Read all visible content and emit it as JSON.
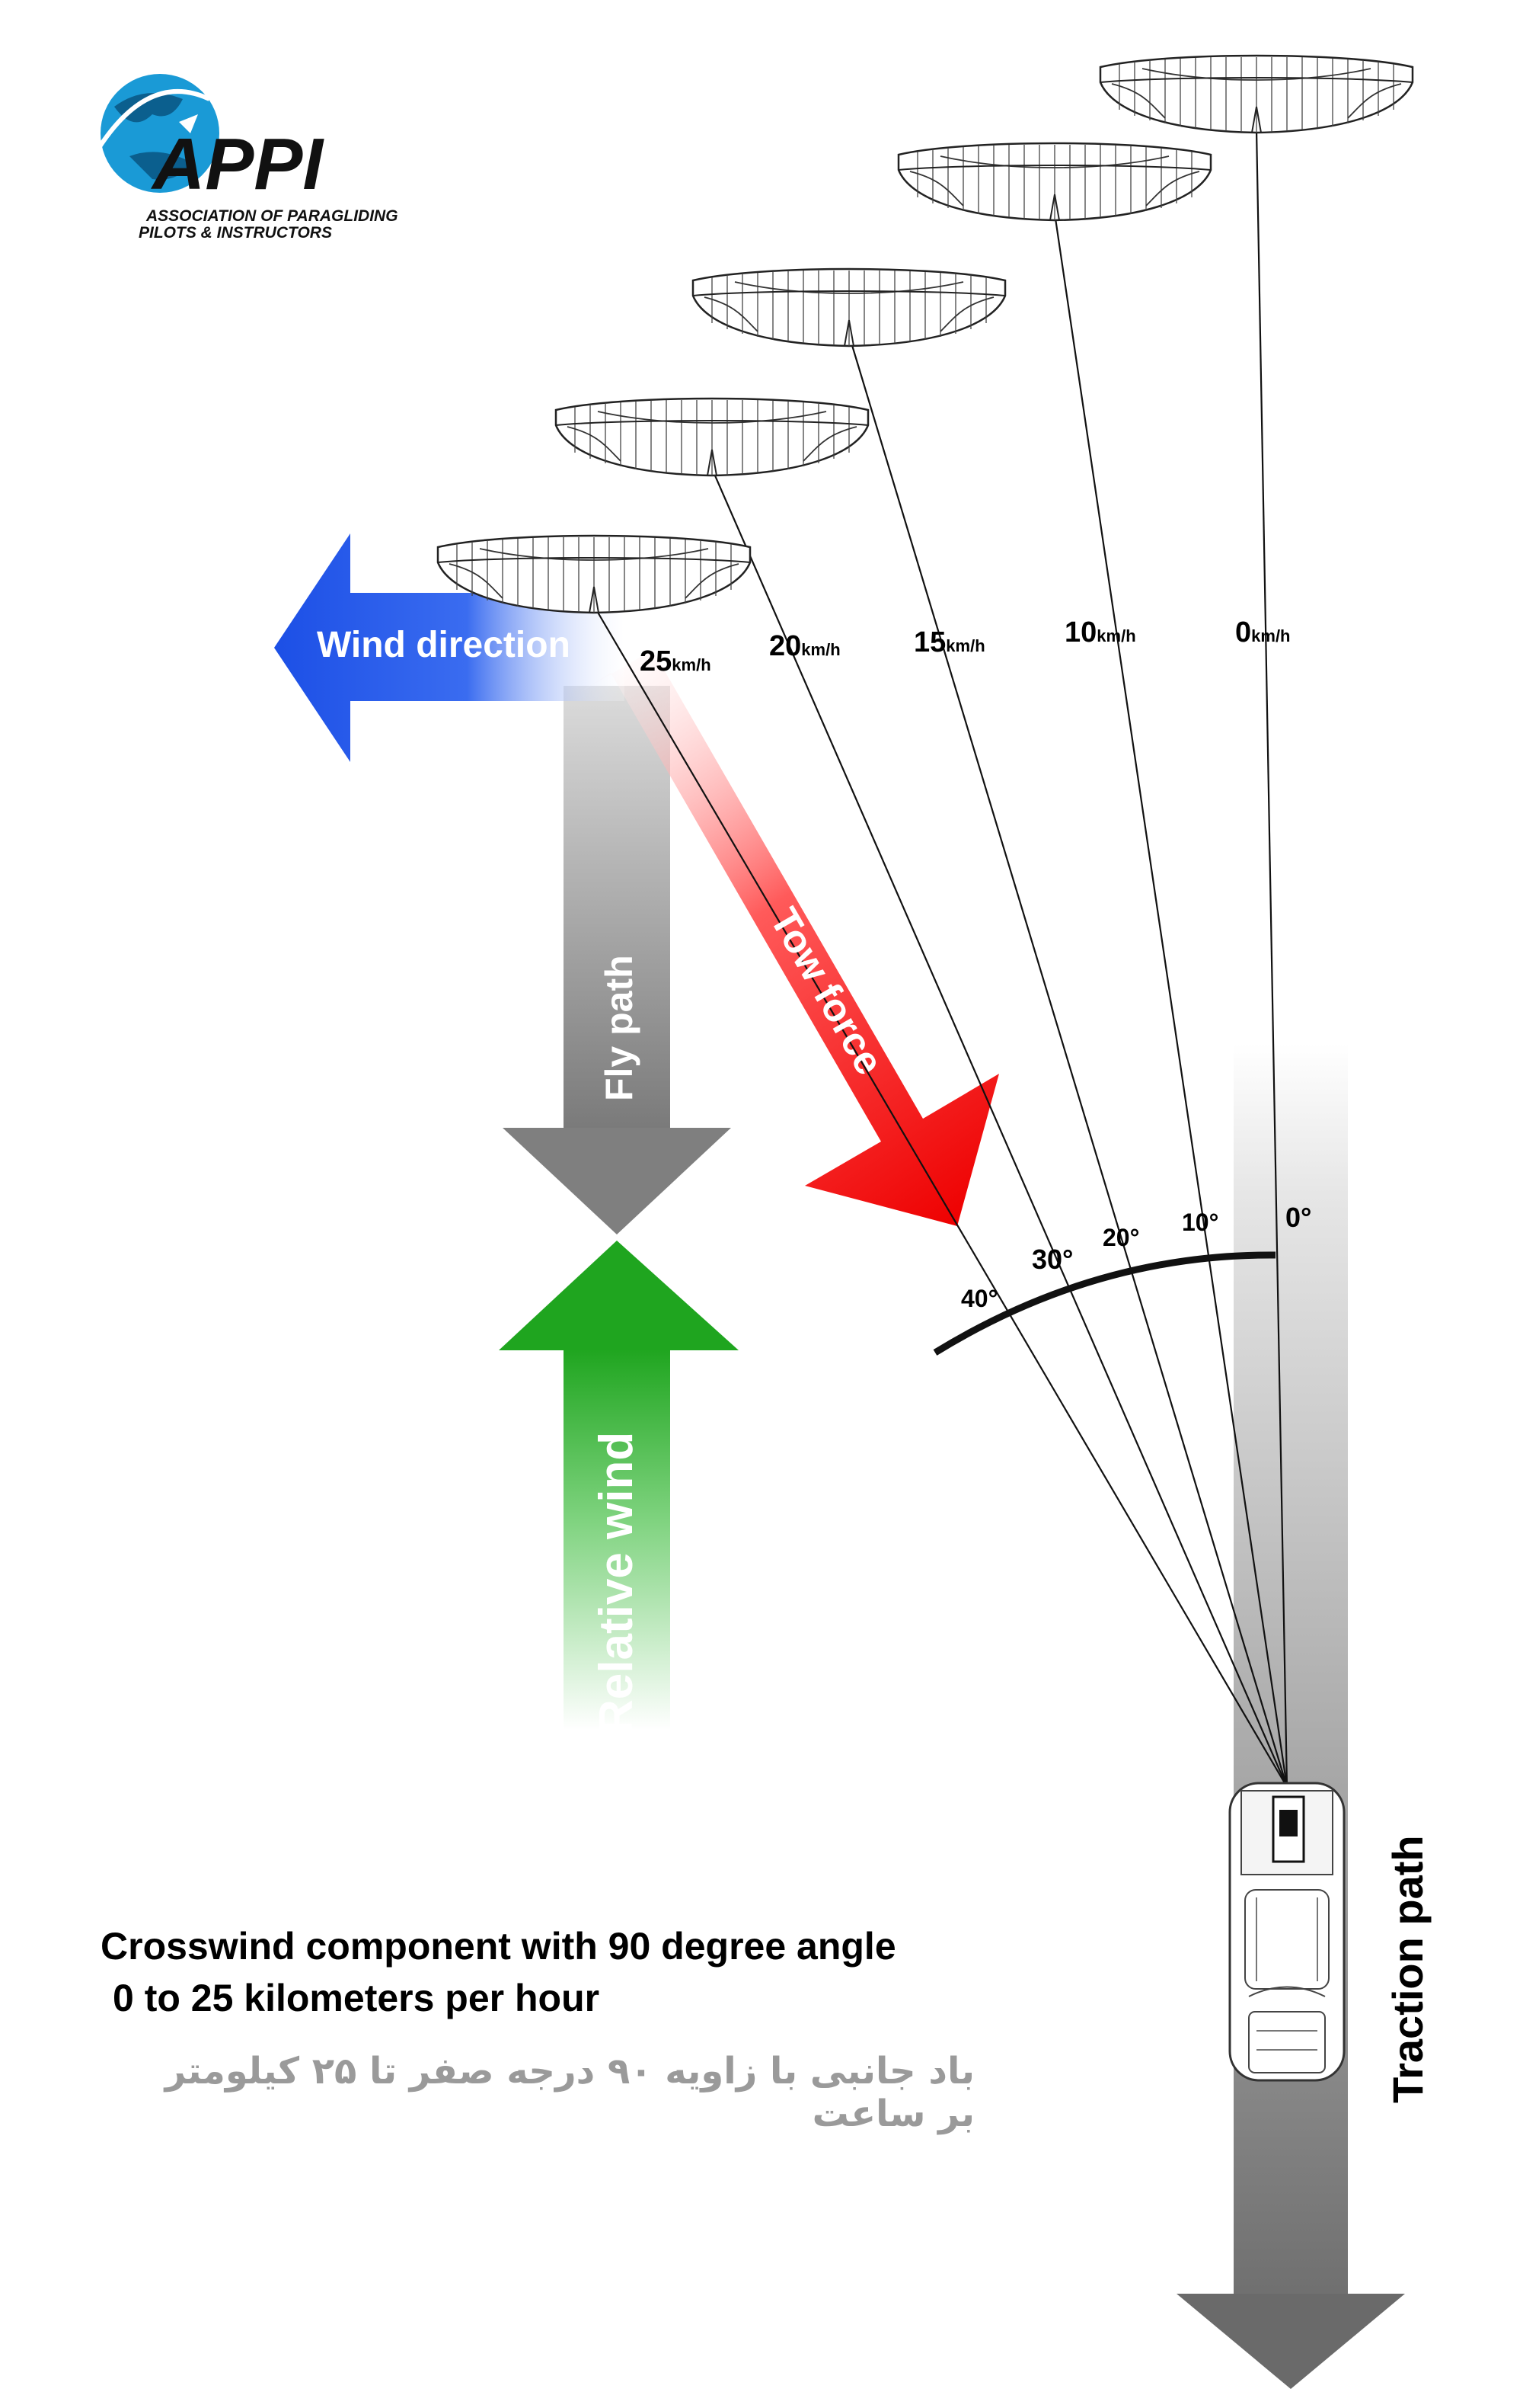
{
  "logo": {
    "name": "APPI",
    "line1": "ASSOCIATION OF PARAGLIDING",
    "line2": "PILOTS & INSTRUCTORS"
  },
  "arrows": {
    "wind_direction": "Wind direction",
    "tow_force": "Tow force",
    "fly_path": "Fly path",
    "relative_wind": "Relative wind",
    "traction_path": "Traction path"
  },
  "wind_speeds": [
    {
      "value": "25",
      "unit": "km/h"
    },
    {
      "value": "20",
      "unit": "km/h"
    },
    {
      "value": "15",
      "unit": "km/h"
    },
    {
      "value": "10",
      "unit": "km/h"
    },
    {
      "value": "0",
      "unit": "km/h"
    }
  ],
  "angles": [
    "40°",
    "30°",
    "20°",
    "10°",
    "0°"
  ],
  "caption": {
    "line1": "Crosswind component with 90 degree angle",
    "line2": "0 to 25 kilometers per hour",
    "persian": "باد جانبی با زاویه ۹۰ درجه   صفر تا ۲۵ کیلومتر بر ساعت"
  },
  "colors": {
    "wind_arrow": "#1f4fe0",
    "tow_arrow": "#ee1111",
    "relative_wind_arrow": "#22aa22",
    "fly_path_arrow": "#808080",
    "logo_blue": "#1a9ad6"
  }
}
